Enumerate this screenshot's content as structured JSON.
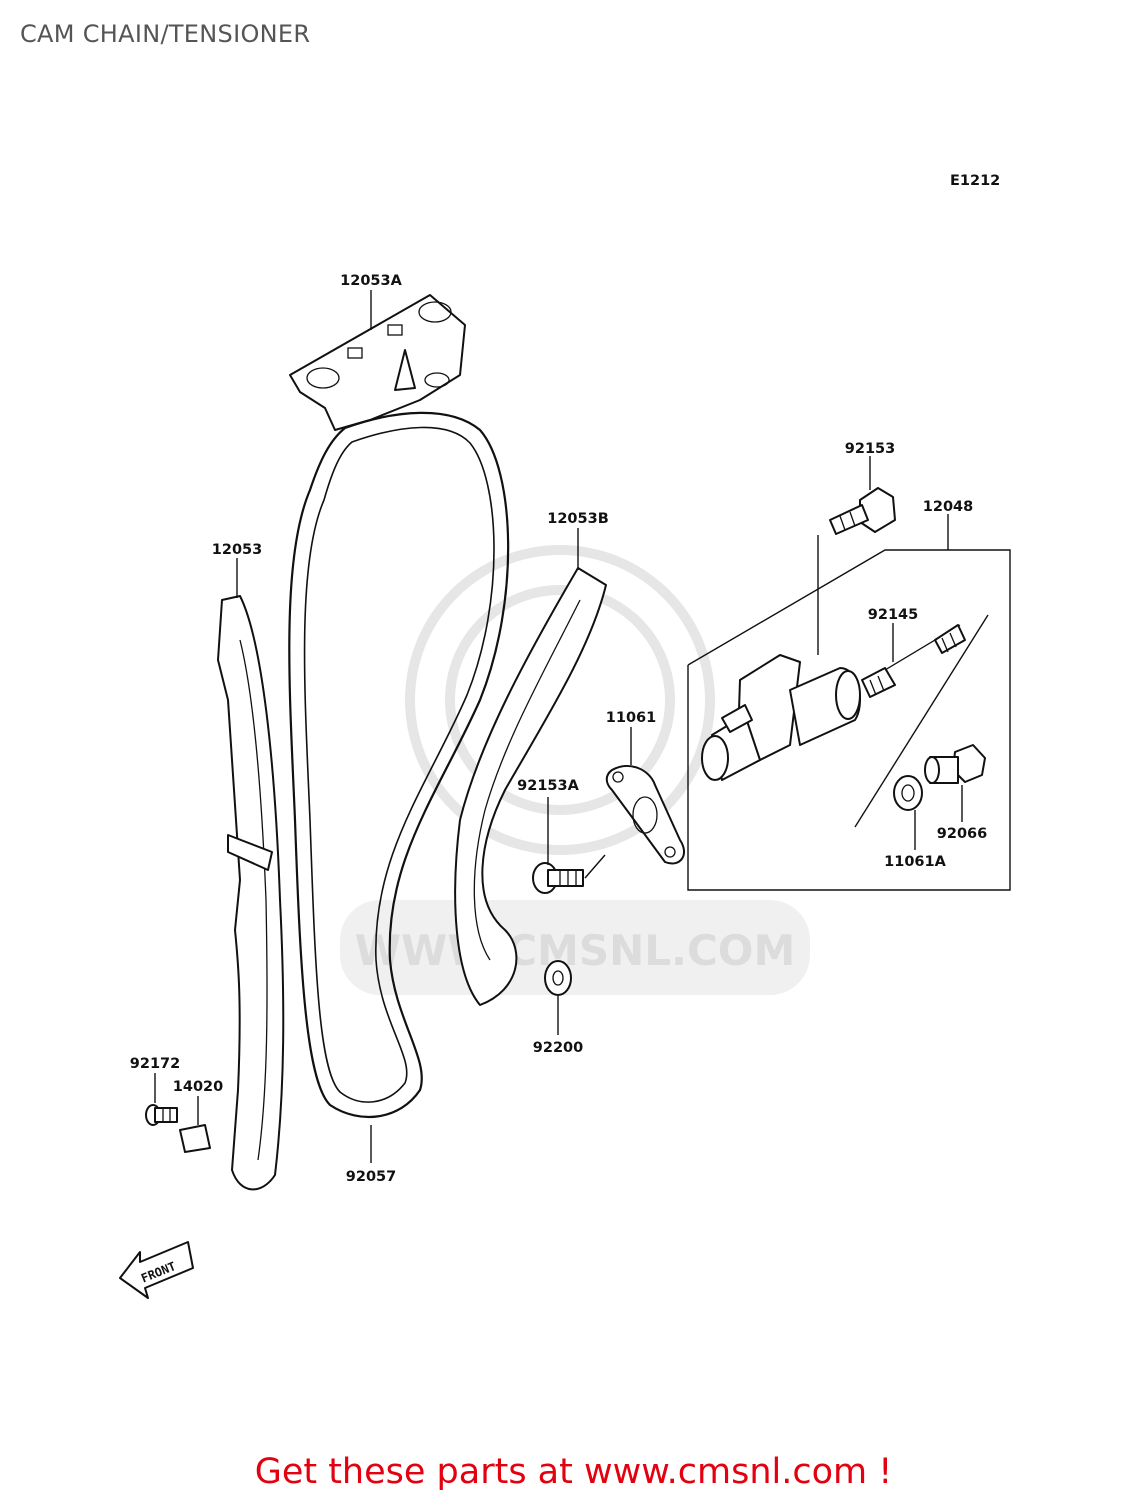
{
  "title": "CAM CHAIN/TENSIONER",
  "diagram_code": "E1212",
  "parts": [
    {
      "id": "p-12053A",
      "label": "12053A"
    },
    {
      "id": "p-12053",
      "label": "12053"
    },
    {
      "id": "p-12053B",
      "label": "12053B"
    },
    {
      "id": "p-92153",
      "label": "92153"
    },
    {
      "id": "p-12048",
      "label": "12048"
    },
    {
      "id": "p-92145",
      "label": "92145"
    },
    {
      "id": "p-11061",
      "label": "11061"
    },
    {
      "id": "p-92153A",
      "label": "92153A"
    },
    {
      "id": "p-92066",
      "label": "92066"
    },
    {
      "id": "p-11061A",
      "label": "11061A"
    },
    {
      "id": "p-92200",
      "label": "92200"
    },
    {
      "id": "p-92172",
      "label": "92172"
    },
    {
      "id": "p-14020",
      "label": "14020"
    },
    {
      "id": "p-92057",
      "label": "92057"
    }
  ],
  "direction_marker": "FRONT",
  "watermark": "WWW.CMSNL.COM",
  "promo": "Get these parts at www.cmsnl.com !",
  "colors": {
    "title": "#555555",
    "promo": "#e3000f",
    "lines": "#111111",
    "watermark": "#e6e6e6"
  }
}
